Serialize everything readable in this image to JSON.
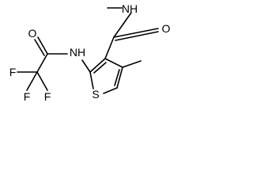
{
  "atoms": {
    "fluorine_1": "F",
    "fluorine_2": "F",
    "fluorine_3": "F",
    "amide_oxygen_left": "O",
    "amide_nitrogen_left": "NH",
    "amide_nitrogen_right": "NH",
    "amide_oxygen_right": "O",
    "ring_sulfur": "S"
  },
  "colors": {
    "bond": "#000000",
    "label": "#000000",
    "background": "#ffffff"
  }
}
